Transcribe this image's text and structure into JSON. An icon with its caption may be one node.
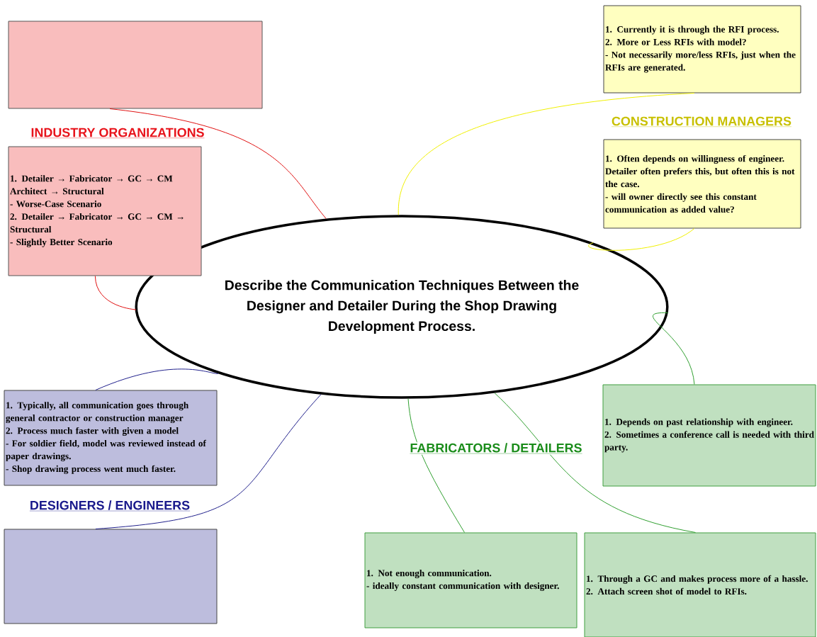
{
  "diagram": {
    "nodes": [
      {
        "text": [
          "Describe the Communication Techniques Between the Designer and Detailer During the Shop Drawing Development Process."
        ]
      },
      {
        "text": [],
        "shape": "box"
      },
      {
        "text": [
          "1. Detailer → Fabricator  → GC  → CM Architect → Structural",
          "- Worse-Case Scenario",
          "2. Detailer  → Fabricator →  GC → CM →  Structural",
          "- Slightly Better Scenario"
        ]
      },
      {
        "text": [
          "1. Currently it is through the RFI process.",
          "2. More or Less RFIs with model?",
          "- Not necessarily more/less RFIs, just when the RFIs are generated."
        ]
      },
      {
        "text": [
          "1. Often depends on willingness of engineer. Detailer often prefers this, but often this is not the case.",
          "- will owner directly see this constant communication as added value?"
        ]
      },
      {
        "text": [
          "1. Typically, all communication goes through general contractor or construction manager",
          "2. Process much faster with given a model",
          "- For soldier field, model was reviewed instead of paper drawings.",
          "- Shop drawing process went much faster."
        ]
      },
      {
        "text": [],
        "shape": "box"
      },
      {
        "text": [
          "1. Depends on past relationship with engineer.",
          "2. Sometimes a conference call is needed with third party."
        ]
      },
      {
        "text": [
          "1. Not enough communication.",
          "- ideally constant communication with designer."
        ]
      },
      {
        "text": [
          "1. Through a GC and makes process more of a hassle.",
          "2. Attach screen shot of model to RFIs."
        ]
      }
    ],
    "edges": [
      {
        "from": 1,
        "to": 0,
        "arrow": "none",
        "color": "#e01010"
      },
      {
        "from": 2,
        "to": 0,
        "arrow": "none",
        "color": "#e01010"
      },
      {
        "from": 3,
        "to": 0,
        "arrow": "none",
        "color": "#f0f000"
      },
      {
        "from": 4,
        "to": 0,
        "arrow": "none",
        "color": "#f0f000"
      },
      {
        "from": 5,
        "to": 0,
        "arrow": "none",
        "color": "#20208c"
      },
      {
        "from": 6,
        "to": 0,
        "arrow": "none",
        "color": "#20208c"
      },
      {
        "from": 7,
        "to": 0,
        "arrow": "none",
        "color": "#30a030"
      },
      {
        "from": 8,
        "to": 0,
        "arrow": "none",
        "color": "#30a030"
      },
      {
        "from": 9,
        "to": 0,
        "arrow": "none",
        "color": "#30a030"
      }
    ],
    "labels": [
      "INDUSTRY ORGANIZATIONS",
      "CONSTRUCTION MANAGERS",
      "DESIGNERS / ENGINEERS",
      "FABRICATORS / DETAILERS"
    ]
  }
}
